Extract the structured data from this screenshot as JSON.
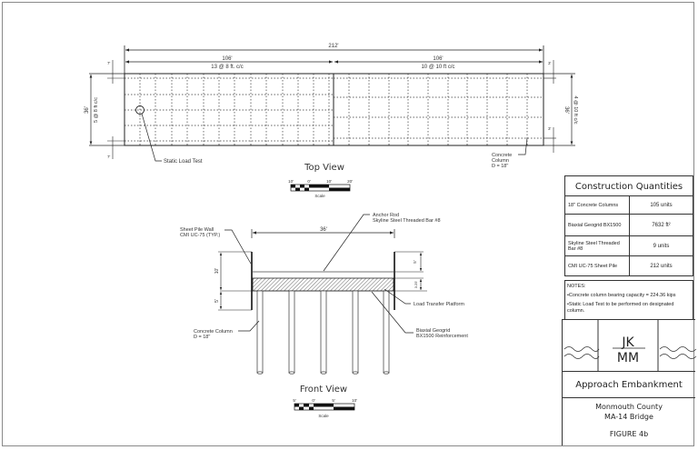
{
  "top_view": {
    "title": "Top View",
    "overall_length": "212'",
    "left_length": "106'",
    "left_spacing": "13 @ 8 ft. c/c",
    "right_length": "106'",
    "right_spacing": "10 @ 10 ft c/c",
    "width_left": "36'",
    "width_left_spacing": "5 @ 8 ft c/c",
    "width_right": "36'",
    "width_right_spacing": "4 @ 10 ft c/c",
    "edge_offset_left": "7'",
    "edge_offset_right": "3'",
    "static_load_test_label": "Static Load Test",
    "column_label_1": "Concrete",
    "column_label_2": "Column",
    "column_label_3": "D = 18\"",
    "scale": {
      "ticks": [
        "10'",
        "0'",
        "10'",
        "20'"
      ],
      "label": "Scale"
    }
  },
  "front_view": {
    "title": "Front View",
    "width": "36'",
    "wall_height": "10'",
    "embed_depth": "5'",
    "upper_gap": "5'",
    "platform_thickness": "3.25'",
    "sheet_pile_label_1": "Sheet Pile Wall",
    "sheet_pile_label_2": "CMI UC-75 (TYP.)",
    "anchor_rod_label_1": "Anchor Rod",
    "anchor_rod_label_2": "Skyline Steel Threaded Bar #8",
    "load_transfer_label": "Load Transfer Platform",
    "geogrid_label_1": "Biaxial Geogrid",
    "geogrid_label_2": "BX1500 Reinforcement",
    "column_label_1": "Concrete Column",
    "column_label_2": "D = 18\"",
    "scale": {
      "ticks": [
        "5'",
        "0'",
        "5'",
        "10'"
      ],
      "label": "Scale"
    }
  },
  "quantities": {
    "title": "Construction Quantities",
    "rows": [
      {
        "item": "18\" Concrete Columns",
        "qty": "105 units"
      },
      {
        "item": "Biaxial Geogrid BX1500",
        "qty": "7632 ft²"
      },
      {
        "item": "Skyline Steel Threaded Bar #8",
        "qty": "9 units"
      },
      {
        "item": "CMI UC-75 Sheet Pile",
        "qty": "212 units"
      }
    ]
  },
  "notes": {
    "heading": "NOTES:",
    "items": [
      "•Concrete column bearing capacity = 224.36 kips",
      "•Static Load Test to be performed on designated column."
    ]
  },
  "title_block": {
    "logo_top": "JK",
    "logo_bottom": "MM",
    "project": "Approach Embankment",
    "location_1": "Monmouth County",
    "location_2": "MA-14 Bridge",
    "figure": "FIGURE 4b"
  }
}
